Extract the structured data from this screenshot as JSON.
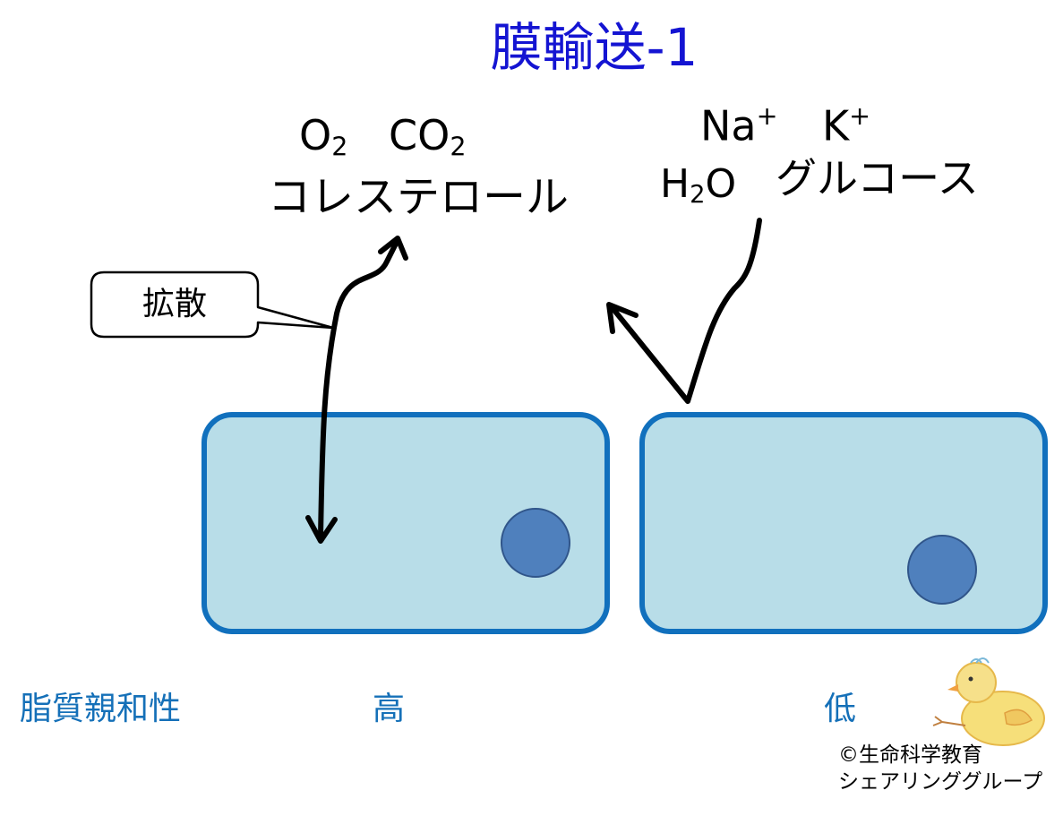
{
  "title": "膜輸送-1",
  "diffusing_molecules": {
    "o2": {
      "base": "O",
      "sub": "2"
    },
    "co2": {
      "base": "CO",
      "sub": "2"
    },
    "cholesterol": "コレステロール"
  },
  "non_diffusing_molecules": {
    "na": {
      "base": "Na",
      "sup": "+"
    },
    "k": {
      "base": "K",
      "sup": "+"
    },
    "h2o": {
      "pre": "H",
      "sub": "2",
      "post": "O"
    },
    "glucose": "グルコース"
  },
  "callout": {
    "label": "拡散"
  },
  "axis": {
    "label": "脂質親和性",
    "high": "高",
    "low": "低"
  },
  "copyright": {
    "line1": "©生命科学教育",
    "line2": "シェアリンググループ"
  },
  "colors": {
    "title": "#1414d2",
    "cell_fill": "#b8dde8",
    "cell_border": "#1170bd",
    "nucleus": "#4f80bd",
    "axis_text": "#1570b8"
  },
  "icons": [
    "chick-mascot-icon"
  ]
}
